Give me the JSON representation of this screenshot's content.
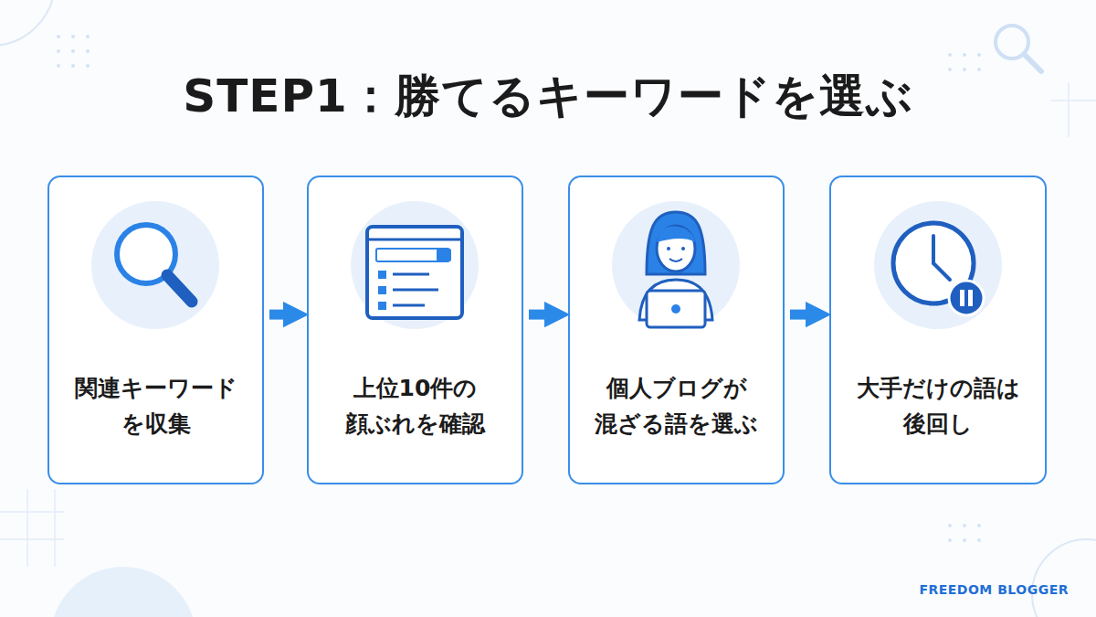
{
  "diagram": {
    "title": "STEP1：勝てるキーワードを選ぶ",
    "nodes": [
      {
        "text": [
          "関連キーワード を収集"
        ]
      },
      {
        "text": [
          "上位10件の 顔ぶれを確認"
        ]
      },
      {
        "text": [
          "個人ブログが 混ざる語を選ぶ"
        ]
      },
      {
        "text": [
          "大手だけの語は 後回し"
        ]
      }
    ],
    "edges": [
      {
        "from": 0,
        "to": 1,
        "arrow": "to"
      },
      {
        "from": 1,
        "to": 2,
        "arrow": "to"
      },
      {
        "from": 2,
        "to": 3,
        "arrow": "to"
      }
    ],
    "labels": [
      "FREEDOM BLOGGER"
    ]
  }
}
